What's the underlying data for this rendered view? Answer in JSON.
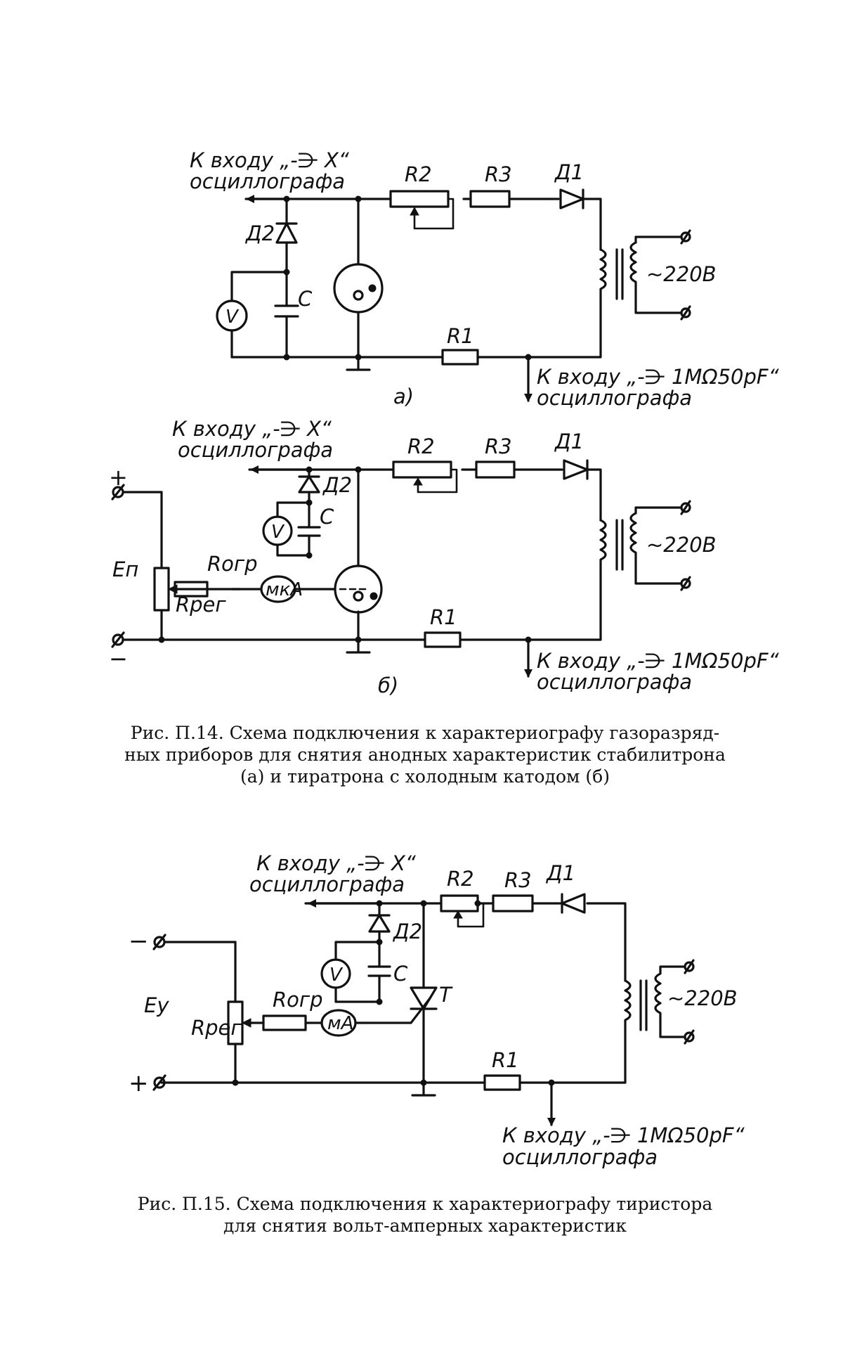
{
  "fig14": {
    "a": {
      "label_x_input_1": "К входу „-⋺ X“",
      "label_x_input_2": "осциллографа",
      "label_y_input_1": "К входу „-⋺ 1MΩ50pF“",
      "label_y_input_2": "осциллографа",
      "mains": "~220В",
      "sub": "а)"
    },
    "b": {
      "label_x_input_1": "К входу „-⋺ X“",
      "label_x_input_2": "осциллографа",
      "label_y_input_1": "К входу „-⋺ 1MΩ50pF“",
      "label_y_input_2": "осциллографа",
      "mains": "~220В",
      "plus": "+",
      "minus": "−",
      "source": "Eп",
      "ammeter": "мкА",
      "sub": "б)"
    },
    "caption_line1": "Рис. П.14. Схема подключения к характериографу газоразряд-",
    "caption_line2": "ных приборов для снятия анодных характеристик стабилитрона",
    "caption_line3": "(а) и тиратрона с холодным катодом (б)"
  },
  "fig15": {
    "label_x_input_1": "К входу „-⋺ X“",
    "label_x_input_2": "осциллографа",
    "label_y_input_1": "К входу „-⋺ 1MΩ50pF“",
    "label_y_input_2": "осциллографа",
    "mains": "~220В",
    "minus": "−",
    "plus": "+",
    "source": "Eу",
    "ammeter": "мА",
    "thyristor": "T",
    "caption_line1": "Рис. П.15. Схема подключения к характериографу тиристора",
    "caption_line2": "для снятия вольт-амперных характеристик"
  },
  "labels": {
    "R1": "R1",
    "R2": "R2",
    "R3": "R3",
    "D1": "Д1",
    "D2": "Д2",
    "C": "C",
    "V": "V",
    "Rogr": "Rогр",
    "Rreg": "Rрег"
  }
}
